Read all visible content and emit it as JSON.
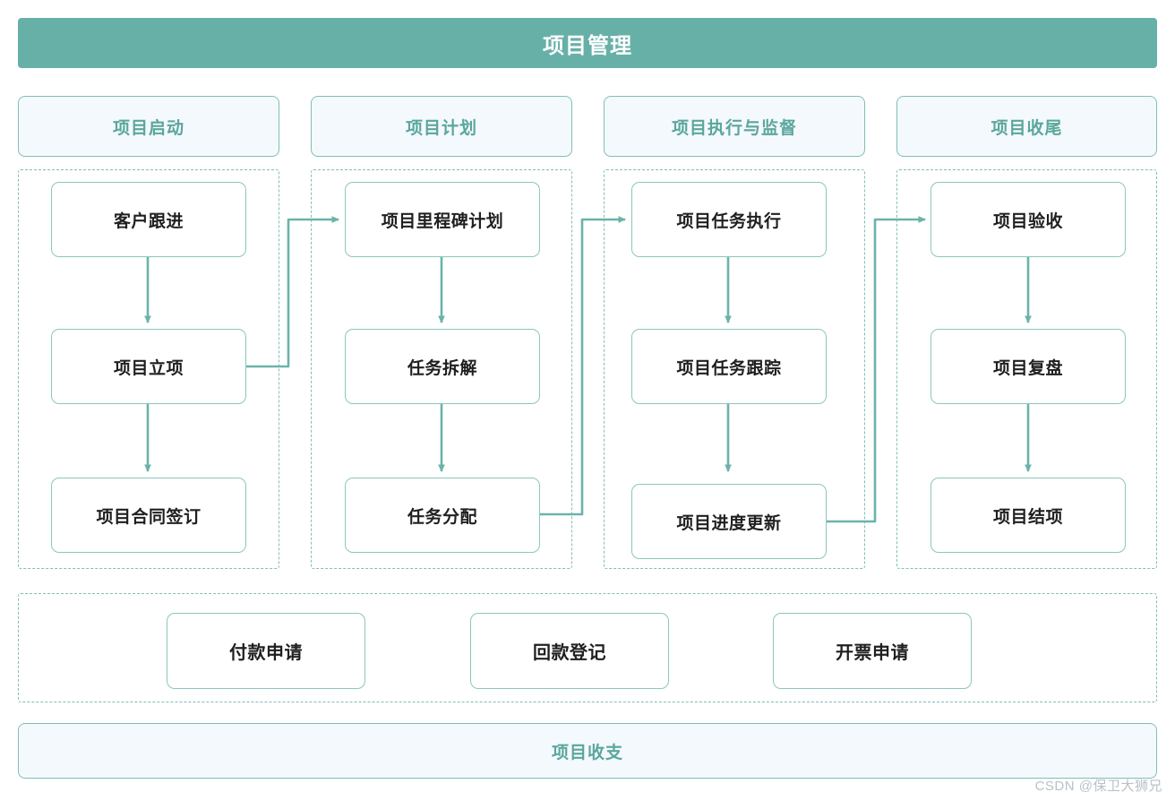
{
  "header": {
    "title": "项目管理",
    "bg_color": "#67b0a8",
    "text_color": "#ffffff"
  },
  "theme": {
    "accent": "#67b0a8",
    "border": "#8cc6bd",
    "lane_border": "#7fbfb6",
    "panel_bg": "#f4f9fd",
    "node_bg": "#ffffff",
    "node_text": "#1f1f1f",
    "phase_text": "#5aa69d"
  },
  "phases": [
    {
      "label": "项目启动",
      "nodes": [
        {
          "label": "客户跟进"
        },
        {
          "label": "项目立项"
        },
        {
          "label": "项目合同签订"
        }
      ]
    },
    {
      "label": "项目计划",
      "nodes": [
        {
          "label": "项目里程碑计划"
        },
        {
          "label": "任务拆解"
        },
        {
          "label": "任务分配"
        }
      ]
    },
    {
      "label": "项目执行与监督",
      "nodes": [
        {
          "label": "项目任务执行"
        },
        {
          "label": "项目任务跟踪"
        },
        {
          "label": "项目进度更新"
        }
      ]
    },
    {
      "label": "项目收尾",
      "nodes": [
        {
          "label": "项目验收"
        },
        {
          "label": "项目复盘"
        },
        {
          "label": "项目结项"
        }
      ]
    }
  ],
  "finance_row": {
    "nodes": [
      {
        "label": "付款申请"
      },
      {
        "label": "回款登记"
      },
      {
        "label": "开票申请"
      }
    ]
  },
  "footer": {
    "label": "项目收支"
  },
  "watermark": {
    "text": "CSDN @保卫大狮兄"
  }
}
